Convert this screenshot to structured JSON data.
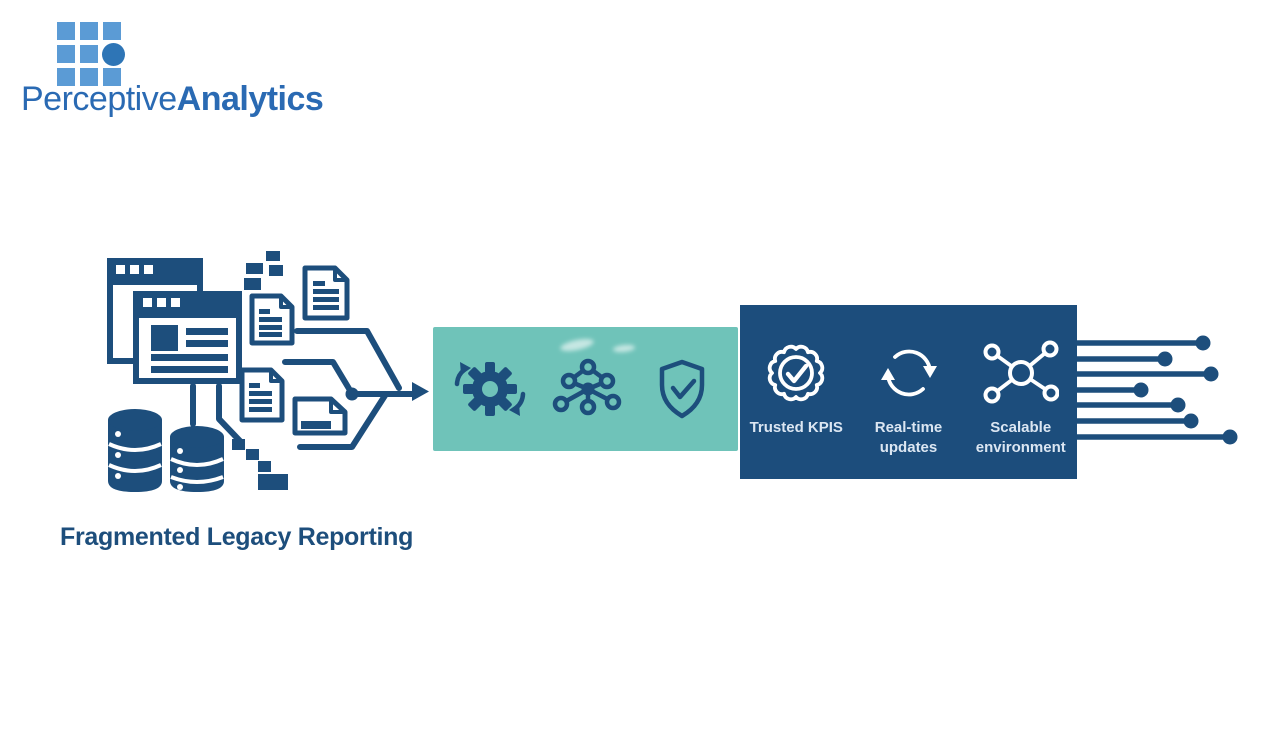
{
  "colors": {
    "bg": "#ffffff",
    "ink": "#1d4e7c",
    "logo-blue": "#2a6ab3",
    "logo-light": "#5b9bd5",
    "logo-dark": "#2e75b6",
    "teal": "#6fc3b9",
    "panel": "#1c4d7c",
    "panel-text": "#dbe6f2"
  },
  "logo": {
    "brand_light": "Perceptive",
    "brand_bold": "Analytics",
    "mark": "grid-of-squares-with-dot"
  },
  "source": {
    "label": "Fragmented Legacy Reporting",
    "icons": [
      "browser-windows",
      "documents",
      "databases",
      "data-fragments",
      "merge-arrow"
    ]
  },
  "process_band": {
    "icons": [
      "gear-sync",
      "node-network",
      "shield-check"
    ]
  },
  "outcome_panel": {
    "features": [
      {
        "icon": "badge-check",
        "line1": "Trusted KPIS",
        "line2": ""
      },
      {
        "icon": "sync-arrows",
        "line1": "Real-time",
        "line2": "updates"
      },
      {
        "icon": "scalable-nodes",
        "line1": "Scalable",
        "line2": "environment"
      }
    ]
  },
  "output_connectors": {
    "count": 7
  }
}
